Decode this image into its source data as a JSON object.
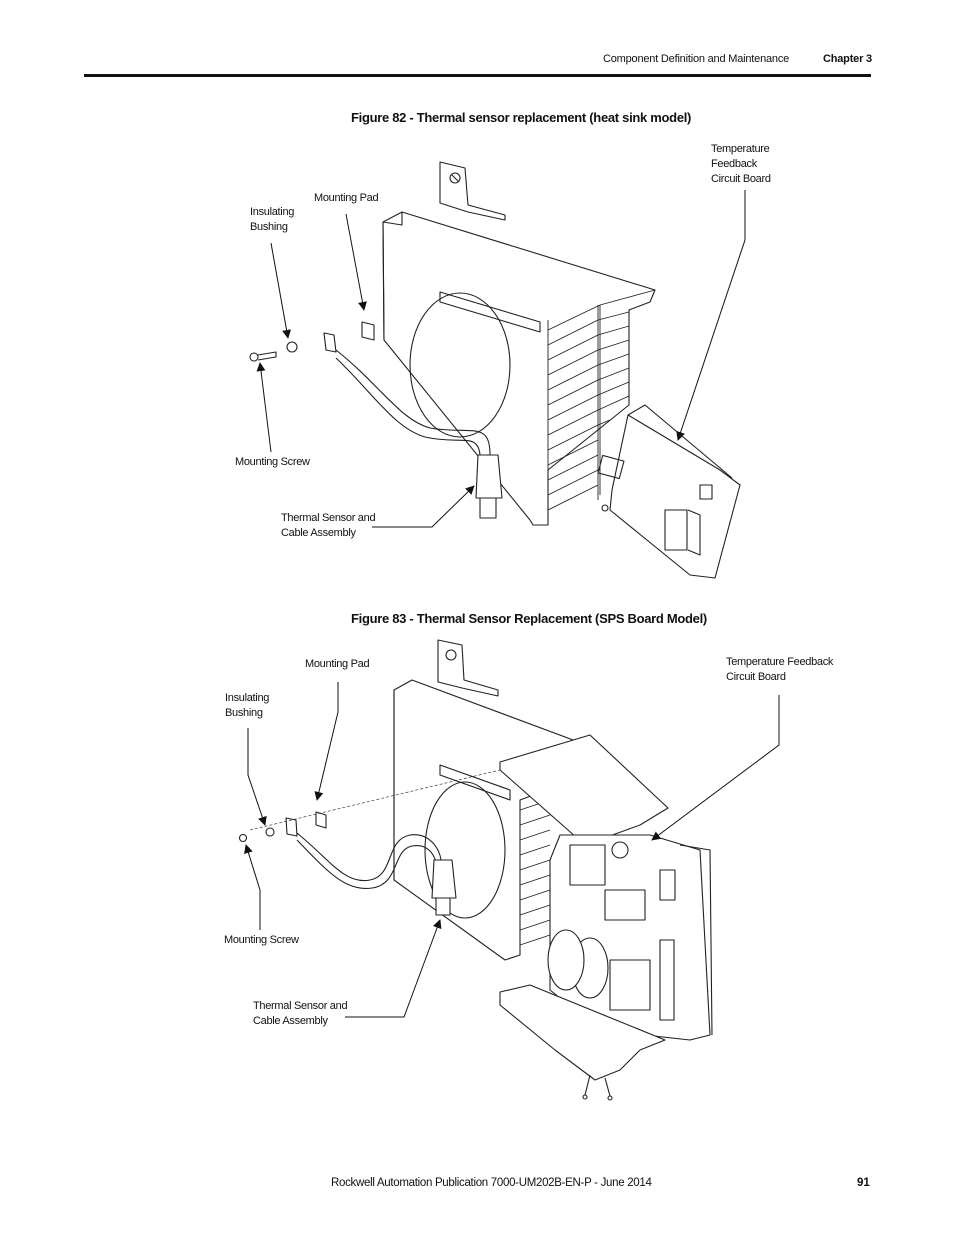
{
  "header": {
    "section": "Component Definition and Maintenance",
    "chapter": "Chapter 3"
  },
  "figures": [
    {
      "caption": "Figure 82 - Thermal sensor replacement (heat sink model)",
      "labels": {
        "mounting_pad": "Mounting Pad",
        "insulating_bushing": "Insulating\nBushing",
        "mounting_screw": "Mounting Screw",
        "thermal_sensor": "Thermal Sensor and\nCable Assembly",
        "temp_board": "Temperature\nFeedback\nCircuit Board"
      }
    },
    {
      "caption": "Figure 83 - Thermal Sensor Replacement (SPS Board Model)",
      "labels": {
        "mounting_pad": "Mounting Pad",
        "insulating_bushing": "Insulating\nBushing",
        "mounting_screw": "Mounting Screw",
        "thermal_sensor": "Thermal Sensor and\nCable Assembly",
        "temp_board": "Temperature Feedback\nCircuit Board"
      }
    }
  ],
  "footer": {
    "publication": "Rockwell Automation Publication 7000-UM202B-EN-P - June 2014",
    "page_number": "91"
  }
}
